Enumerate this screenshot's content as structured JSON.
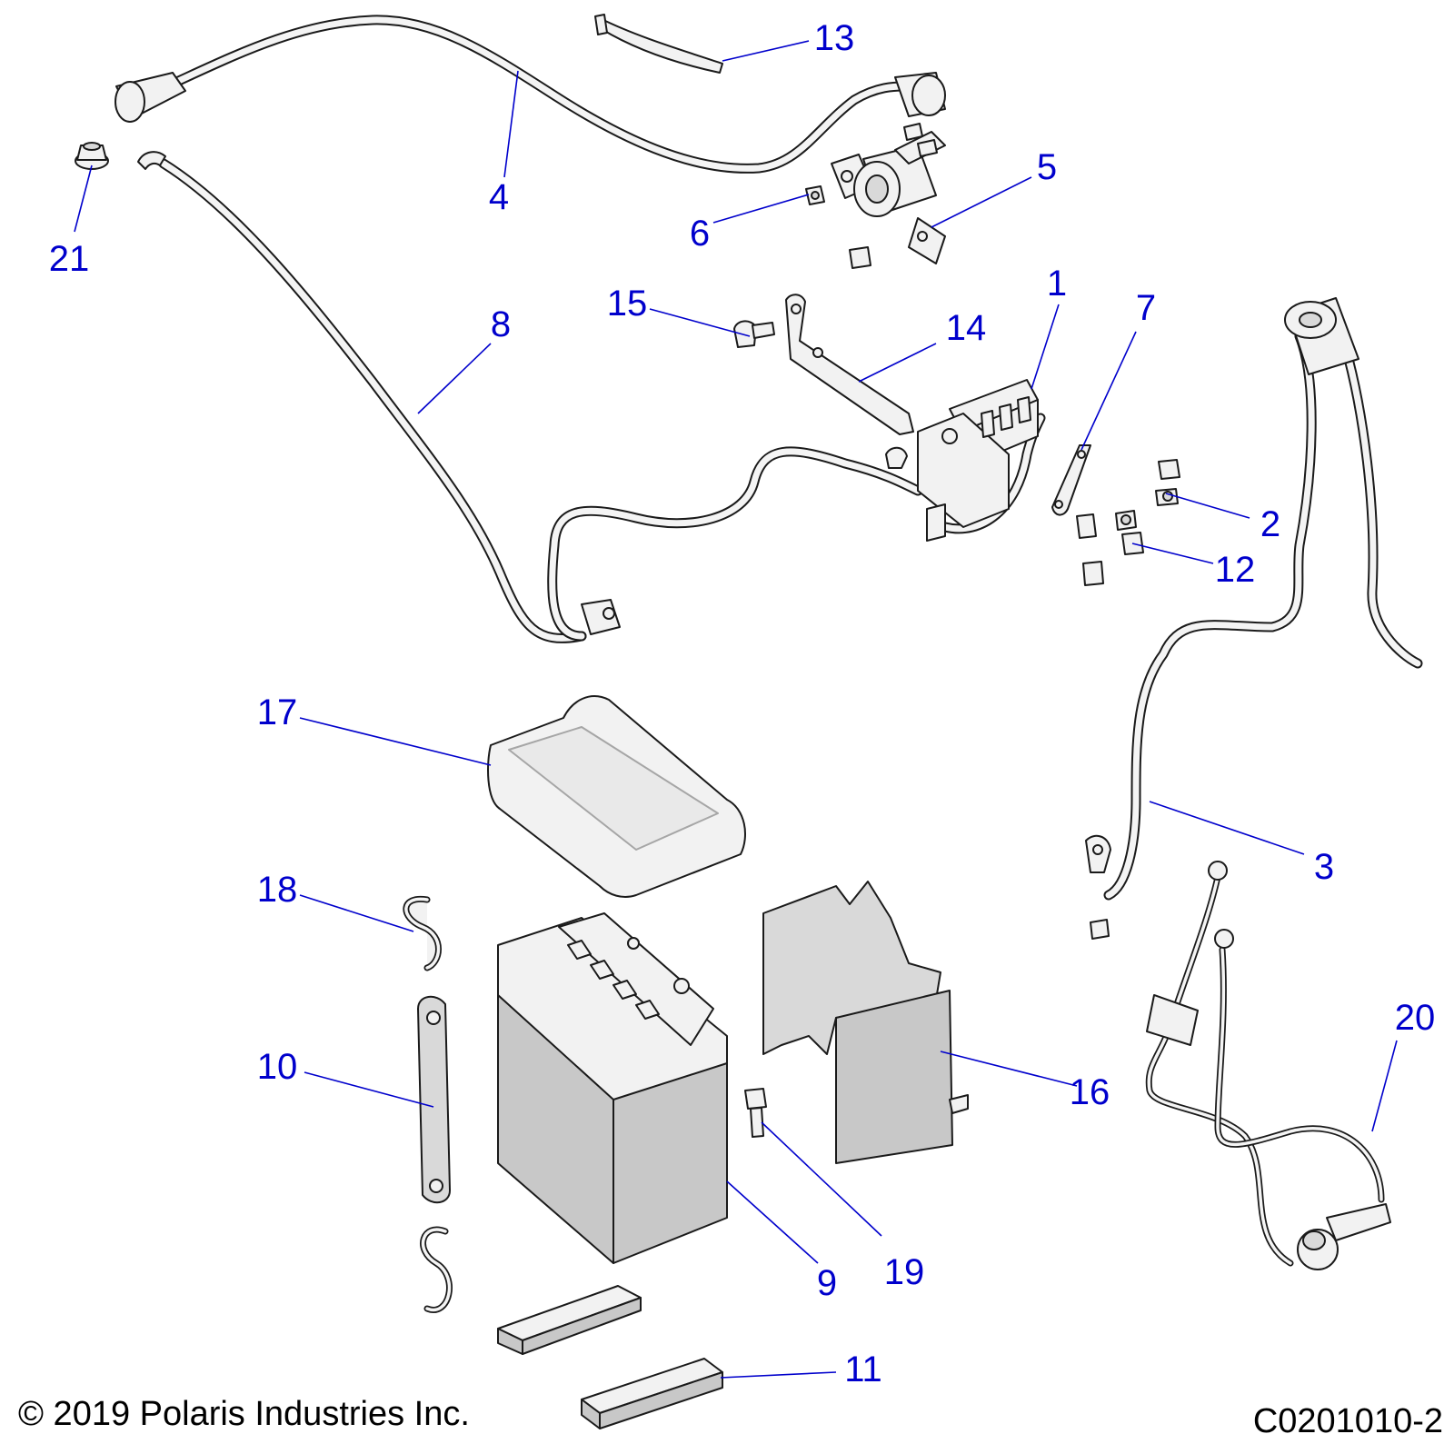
{
  "callouts": {
    "c1": "1",
    "c2": "2",
    "c3": "3",
    "c4": "4",
    "c5": "5",
    "c6": "6",
    "c7": "7",
    "c8": "8",
    "c9": "9",
    "c10": "10",
    "c11": "11",
    "c12": "12",
    "c13": "13",
    "c14": "14",
    "c15": "15",
    "c16": "16",
    "c17": "17",
    "c18": "18",
    "c19": "19",
    "c20": "20",
    "c21": "21"
  },
  "footer": {
    "copyright": "© 2019 Polaris Industries Inc.",
    "figure_id": "C0201010-2"
  },
  "colors": {
    "callout": "#0000cc",
    "line": "#1a1a1a",
    "part_fill": "#f2f2f2"
  }
}
